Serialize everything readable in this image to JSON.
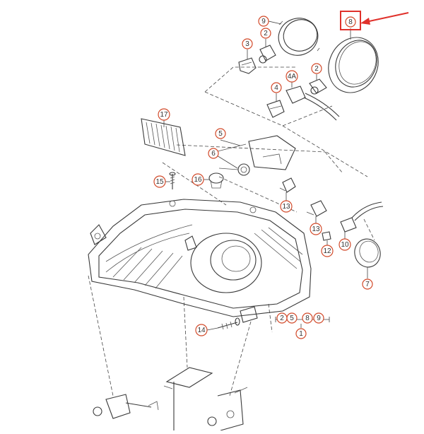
{
  "diagram": {
    "callouts": [
      {
        "id": "c9-top",
        "label": "9"
      },
      {
        "id": "c8-top",
        "label": "8"
      },
      {
        "id": "c3",
        "label": "3"
      },
      {
        "id": "c2-a",
        "label": "2"
      },
      {
        "id": "c4a",
        "label": "4A"
      },
      {
        "id": "c2-b",
        "label": "2"
      },
      {
        "id": "c4",
        "label": "4"
      },
      {
        "id": "c17",
        "label": "17"
      },
      {
        "id": "c5",
        "label": "5"
      },
      {
        "id": "c6",
        "label": "6"
      },
      {
        "id": "c16",
        "label": "16"
      },
      {
        "id": "c15",
        "label": "15"
      },
      {
        "id": "c13-a",
        "label": "13"
      },
      {
        "id": "c13-b",
        "label": "13"
      },
      {
        "id": "c12",
        "label": "12"
      },
      {
        "id": "c10",
        "label": "10"
      },
      {
        "id": "c7",
        "label": "7"
      },
      {
        "id": "c14",
        "label": "14"
      },
      {
        "id": "g-2",
        "label": "2"
      },
      {
        "id": "g-5",
        "label": "5"
      },
      {
        "id": "g-8",
        "label": "8"
      },
      {
        "id": "g-9",
        "label": "9"
      },
      {
        "id": "c1",
        "label": "1"
      }
    ],
    "highlight": {
      "target": "c8-top",
      "color": "#e0312b"
    },
    "colors": {
      "callout_ring": "#d24a2a",
      "line": "#3a3a3a"
    }
  }
}
